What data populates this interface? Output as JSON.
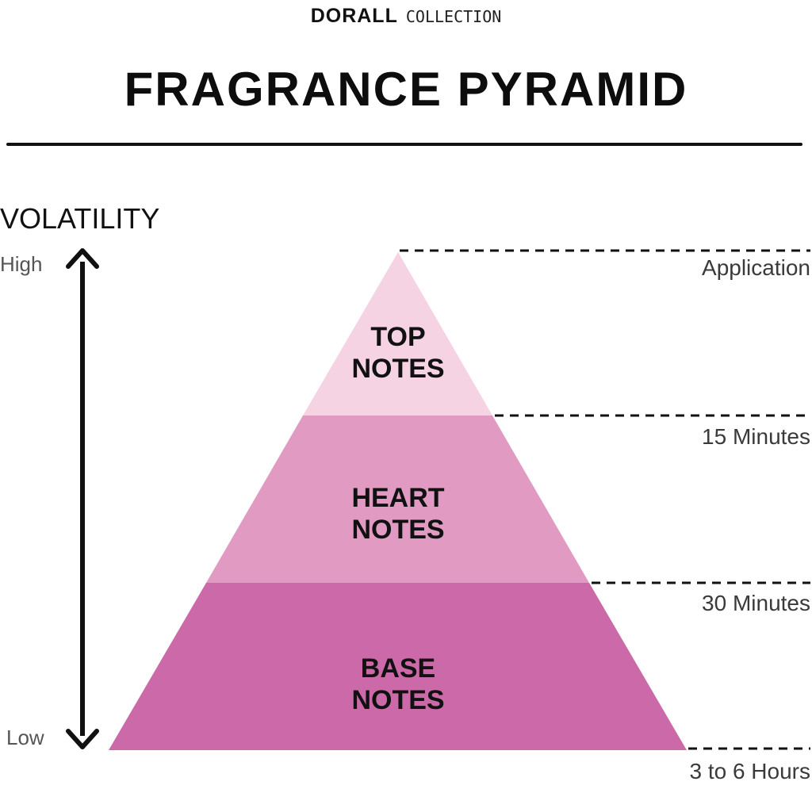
{
  "brand": {
    "name": "DORALL",
    "subtitle": "COLLECTION"
  },
  "title": "FRAGRANCE PYRAMID",
  "axis": {
    "title": "VOLATILITY",
    "high": "High",
    "low": "Low"
  },
  "tiers": [
    {
      "line1": "TOP",
      "line2": "NOTES",
      "color": "#f5d3e3"
    },
    {
      "line1": "HEART",
      "line2": "NOTES",
      "color": "#e19bc3"
    },
    {
      "line1": "BASE",
      "line2": "NOTES",
      "color": "#cc69a8"
    }
  ],
  "timeline": [
    "Application",
    "15 Minutes",
    "30 Minutes",
    "3 to 6 Hours"
  ]
}
